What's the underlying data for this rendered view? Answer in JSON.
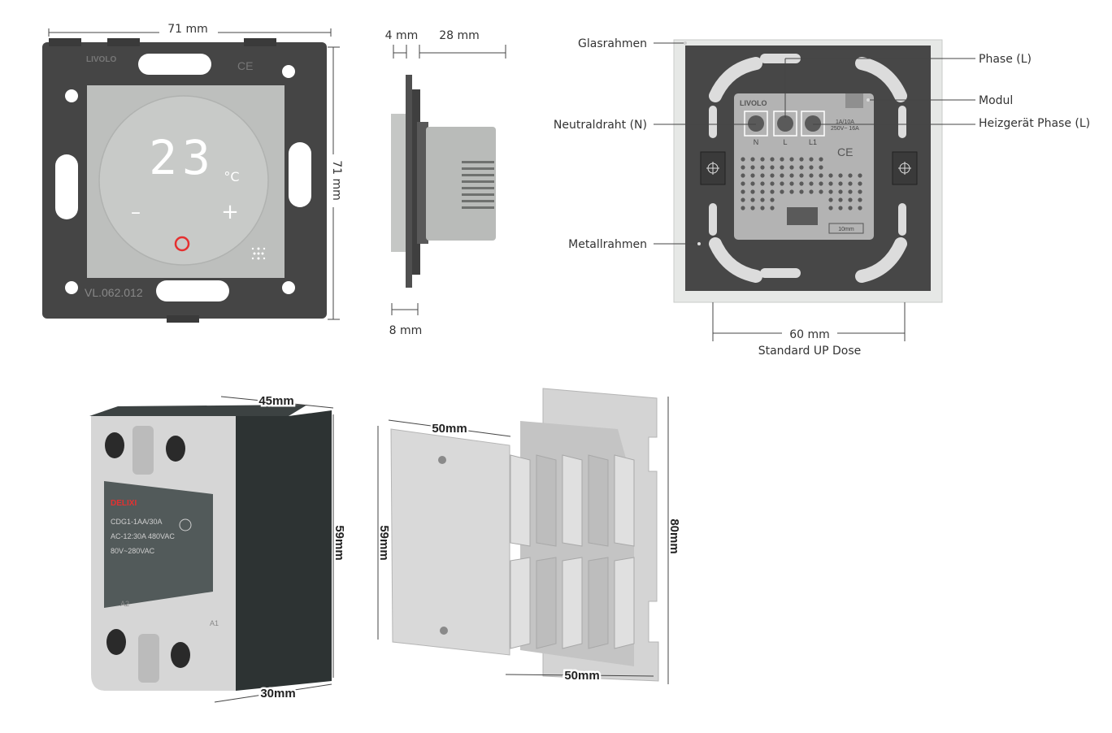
{
  "thermostat_front": {
    "width_label": "71 mm",
    "height_label": "71 mm",
    "brand": "LIVOLO",
    "ce_mark": "CE",
    "temperature": "23",
    "unit": "°C",
    "minus": "–",
    "plus": "+",
    "model": "VL.062.012"
  },
  "thermostat_side": {
    "label_4mm": "4 mm",
    "label_28mm": "28 mm",
    "label_8mm": "8 mm"
  },
  "thermostat_back": {
    "brand": "LIVOLO",
    "ce_mark": "CE",
    "terminals": [
      "N",
      "L",
      "L1"
    ],
    "spec_line1": "1A/10A",
    "spec_line2": "250V~ 16A",
    "strip_length": "10mm",
    "callouts": {
      "glasrahmen": "Glasrahmen",
      "phase": "Phase (L)",
      "modul": "Modul",
      "neutral": "Neutraldraht (N)",
      "heizgeraet": "Heizgerät Phase (L)",
      "metallrahmen": "Metallrahmen"
    },
    "width_label": "60 mm",
    "box_label": "Standard UP Dose"
  },
  "relay": {
    "brand": "DELIXI",
    "model": "CDG1-1AA/30A",
    "spec1": "AC-12:30A 480VAC",
    "spec2": "80V~280VAC",
    "width_label": "45mm",
    "height_label": "59mm",
    "depth_label": "30mm",
    "term_a1": "A1",
    "term_a2": "A2"
  },
  "heatsink": {
    "plate_width_label": "50mm",
    "plate_height_label": "59mm",
    "depth_label": "50mm",
    "height_label": "80mm"
  },
  "colors": {
    "frame": "#454545",
    "panel": "#bdbfbd",
    "panel_light": "#cfd1cf",
    "led": "#ffffff",
    "power": "#e53030",
    "module": "#b3b3b3",
    "relay_body": "#d6d6d6",
    "relay_face": "#525a5a",
    "aluminium": "#cfcfcf"
  }
}
